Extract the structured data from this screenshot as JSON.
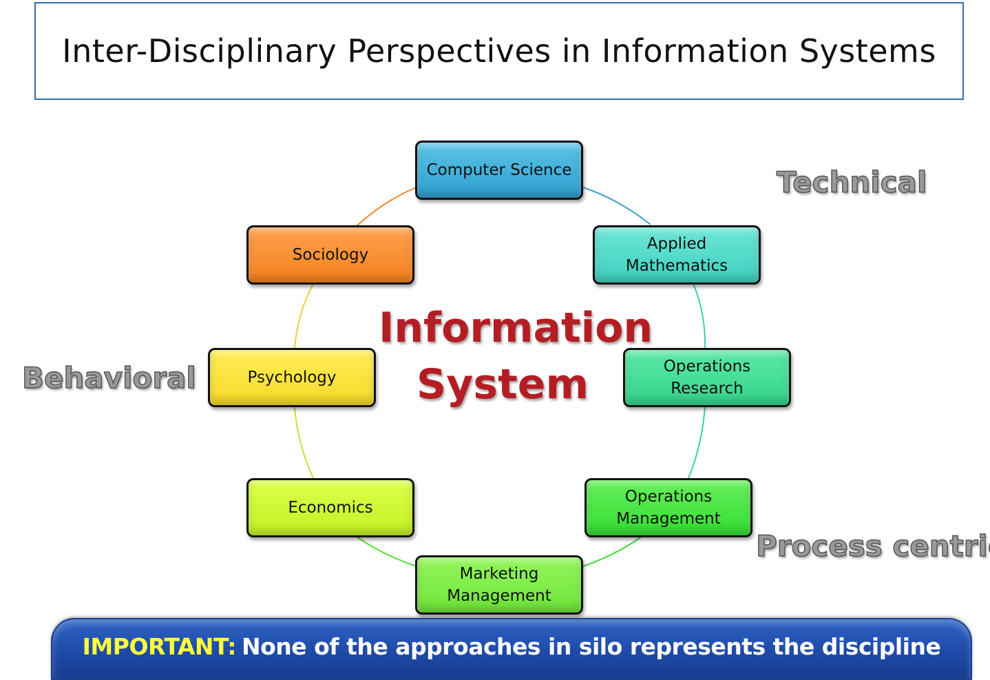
{
  "title": "Inter-Disciplinary Perspectives in Information Systems",
  "center": {
    "line1": "Information",
    "line2": "System"
  },
  "disciplines": {
    "computer_science": "Computer Science",
    "applied_math_1": "Applied",
    "applied_math_2": "Mathematics",
    "operations_research_1": "Operations",
    "operations_research_2": "Research",
    "operations_management_1": "Operations",
    "operations_management_2": "Management",
    "marketing_management_1": "Marketing",
    "marketing_management_2": "Management",
    "economics": "Economics",
    "psychology": "Psychology",
    "sociology": "Sociology"
  },
  "groups": {
    "technical": "Technical",
    "behavioral": "Behavioral",
    "process_centric": "Process centric"
  },
  "banner": {
    "keyword": "IMPORTANT:",
    "message": "None of the approaches in silo represents the discipline"
  },
  "colors": {
    "computer_science": "#3aacd9",
    "applied_math": "#4fdcc9",
    "operations_research": "#3fdc94",
    "operations_management": "#3fe43d",
    "marketing_management": "#7eec45",
    "economics": "#cff82f",
    "psychology": "#fbe232",
    "sociology": "#f88c2c",
    "center_text": "#b51d25",
    "banner_bg": "#1e4aa8",
    "banner_keyword": "#ffff3a",
    "title_border": "#2e6db4"
  }
}
